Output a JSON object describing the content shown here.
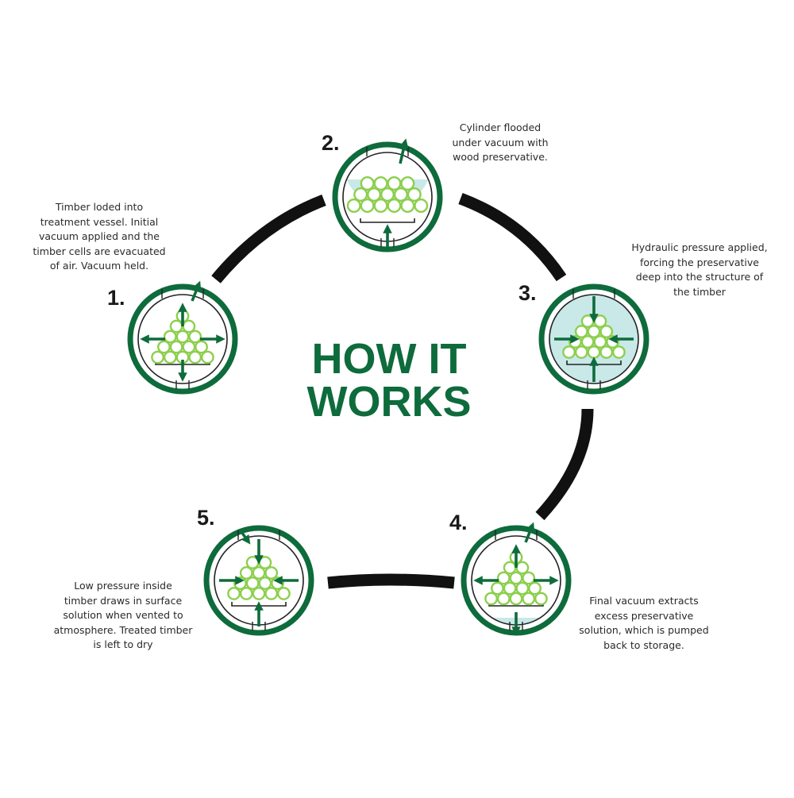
{
  "title": {
    "line1": "HOW IT",
    "line2": "WORKS"
  },
  "colors": {
    "green": "#0e6b3c",
    "light_green": "#8ccf4d",
    "liquid": "#c9e8e8",
    "connector": "#111111",
    "text": "#2a2a2a"
  },
  "steps": [
    {
      "number": "1.",
      "icon": "vacuum-cylinder-icon",
      "lines": [
        "Timber loded into",
        "treatment vessel. Initial",
        "vacuum applied and the",
        "timber cells are evacuated",
        "of air. Vacuum held."
      ]
    },
    {
      "number": "2.",
      "icon": "flooded-cylinder-icon",
      "lines": [
        "Cylinder flooded",
        "under vacuum with",
        "wood preservative."
      ]
    },
    {
      "number": "3.",
      "icon": "pressure-cylinder-icon",
      "lines": [
        "Hydraulic pressure applied,",
        "forcing the preservative",
        "deep into the structure of",
        "the timber"
      ]
    },
    {
      "number": "4.",
      "icon": "final-vacuum-cylinder-icon",
      "lines": [
        "Final vacuum extracts",
        "excess preservative",
        "solution, which is pumped",
        "back to storage."
      ]
    },
    {
      "number": "5.",
      "icon": "vented-cylinder-icon",
      "lines": [
        "Low pressure inside",
        "timber draws in surface",
        "solution when vented to",
        "atmosphere. Treated timber",
        "is left to dry"
      ]
    }
  ]
}
